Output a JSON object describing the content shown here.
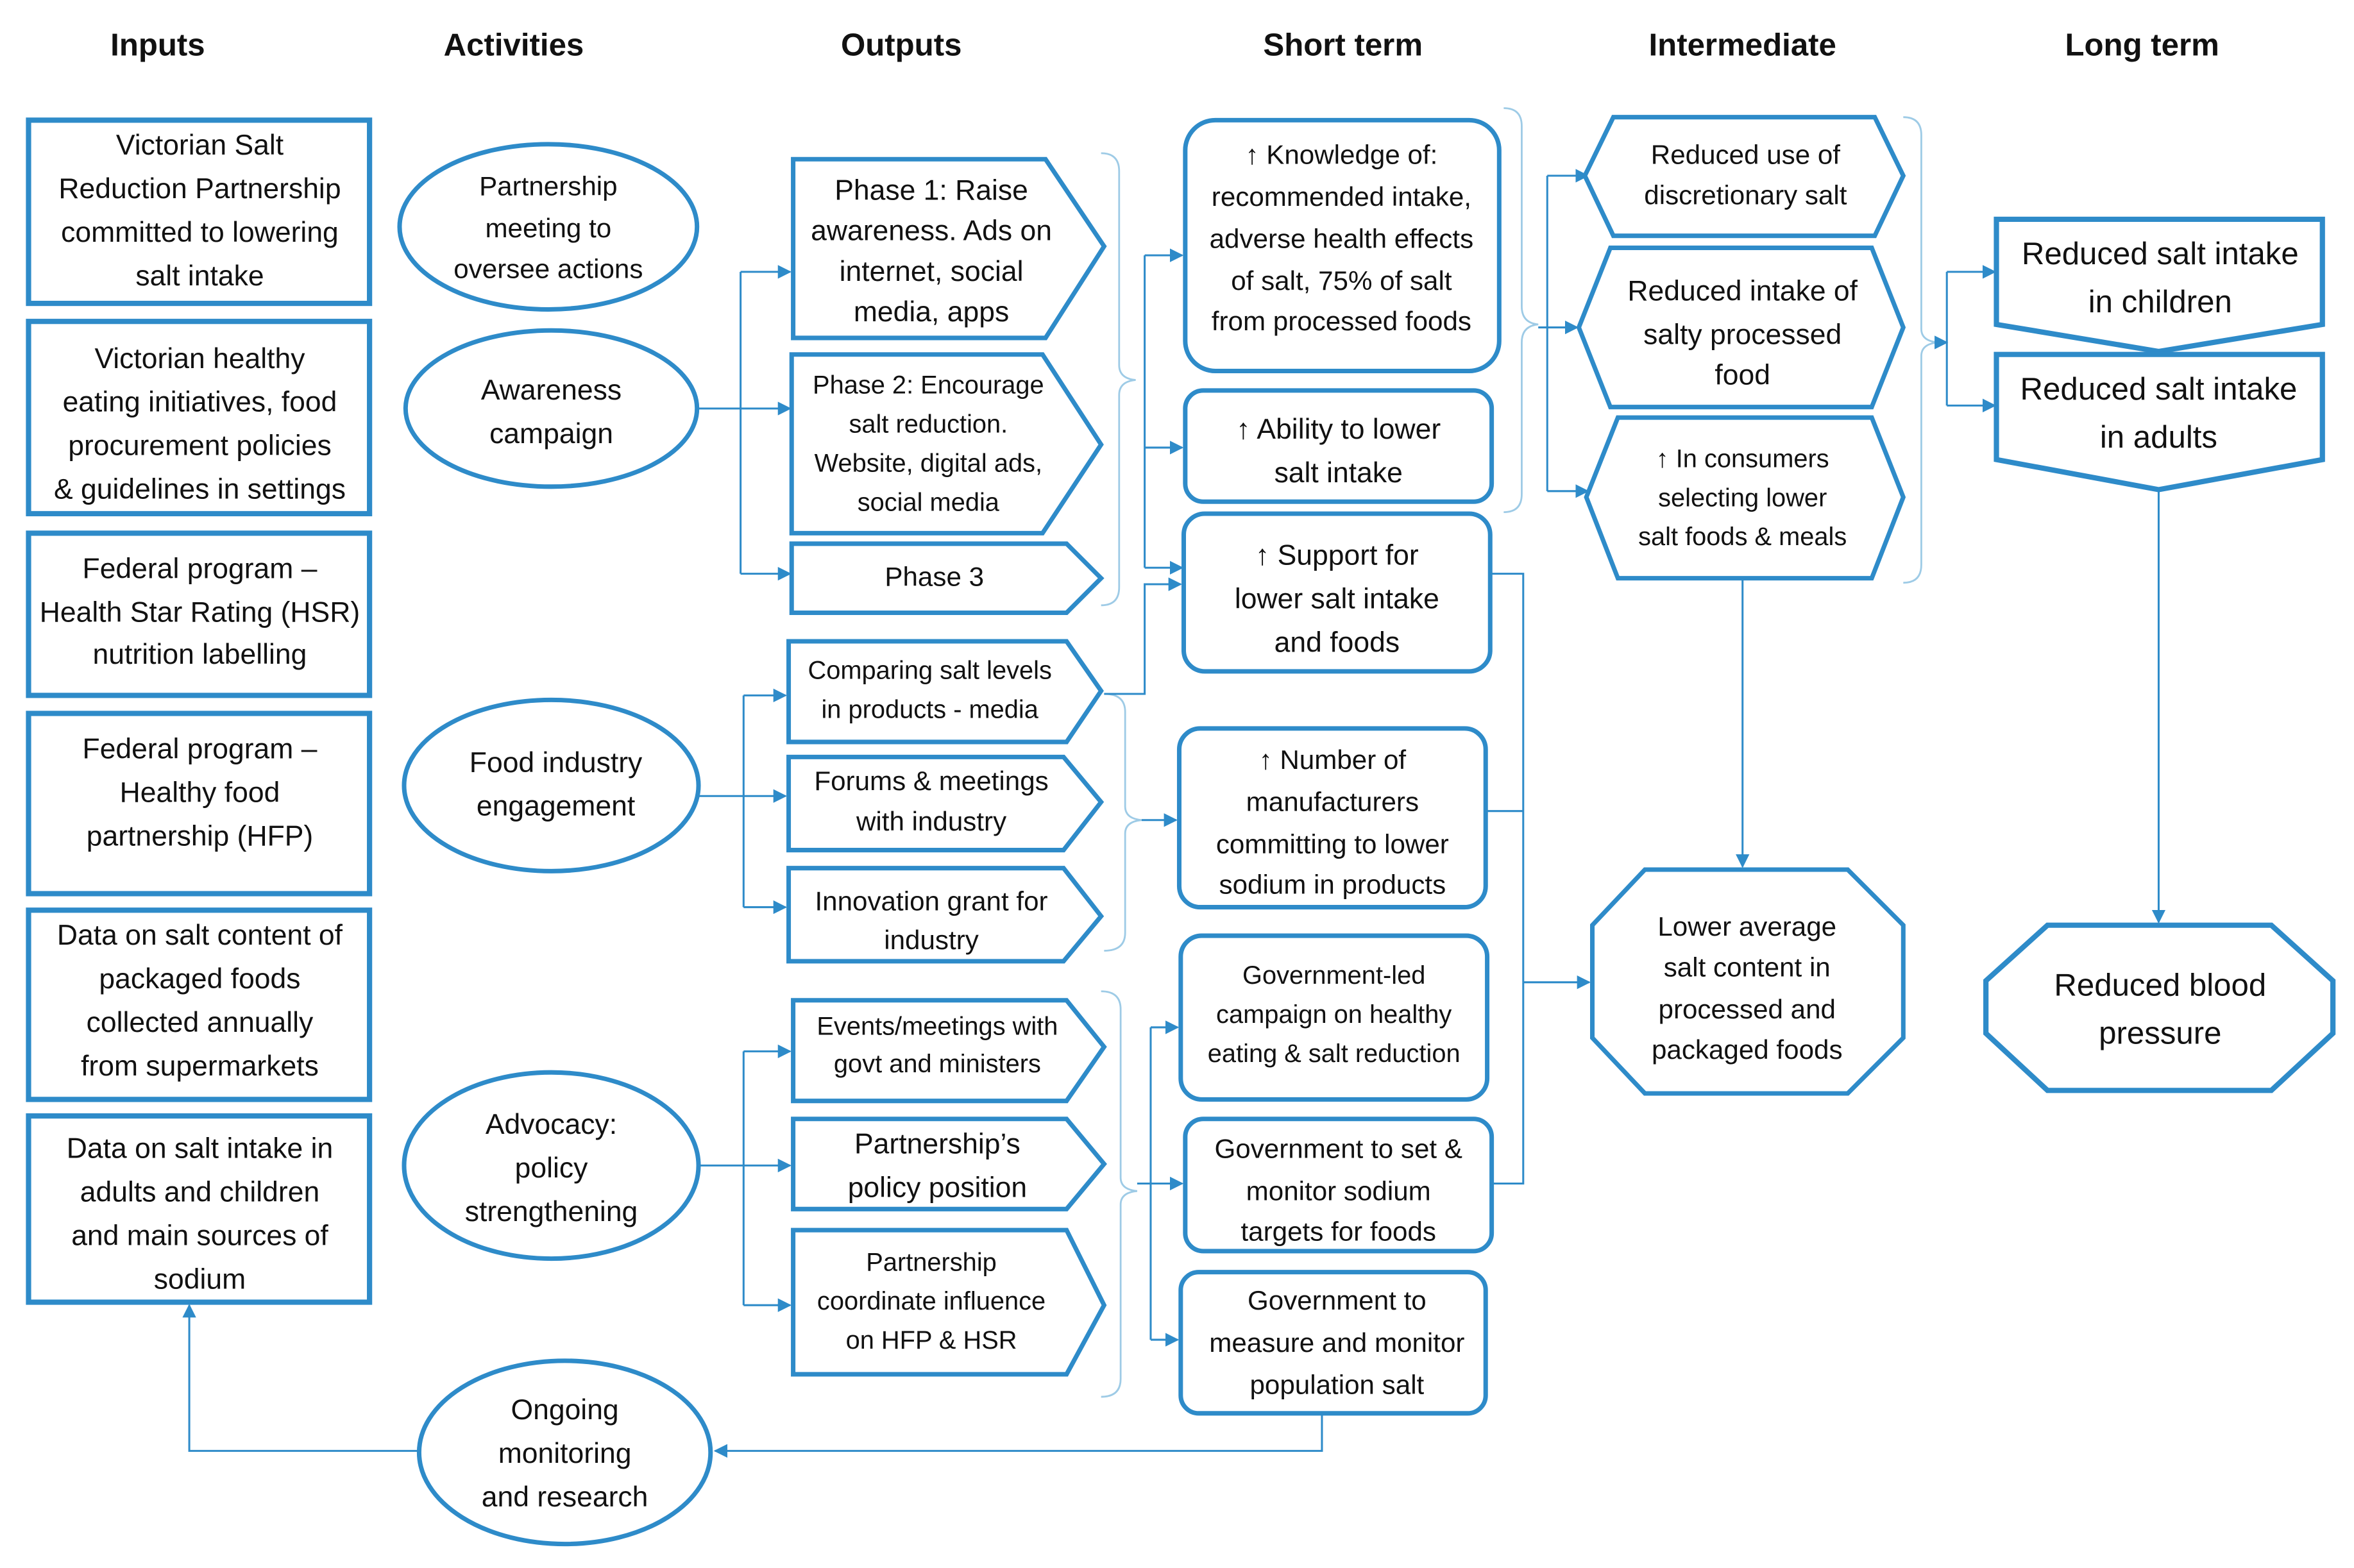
{
  "colors": {
    "stroke": "#2e8bc9",
    "text": "#111111",
    "brace": "#9ecbe6",
    "background": "#ffffff"
  },
  "headers": {
    "inputs": "Inputs",
    "activities": "Activities",
    "outputs": "Outputs",
    "short_term": "Short term",
    "intermediate": "Intermediate",
    "long_term": "Long term"
  },
  "inputs": [
    [
      "Victorian Salt",
      "Reduction Partnership",
      "committed to lowering",
      "salt intake"
    ],
    [
      "Victorian healthy",
      "eating initiatives, food",
      "procurement policies",
      "& guidelines in settings"
    ],
    [
      "Federal program –",
      "Health Star Rating (HSR)",
      "nutrition labelling"
    ],
    [
      "Federal program –",
      "Healthy food",
      "partnership (HFP)"
    ],
    [
      "Data on salt content of",
      "packaged foods",
      "collected annually",
      "from supermarkets"
    ],
    [
      "Data on salt intake in",
      "adults and children",
      "and main sources of",
      "sodium"
    ]
  ],
  "activities": {
    "partnership_meeting": [
      "Partnership",
      "meeting to",
      "oversee actions"
    ],
    "awareness_campaign": [
      "Awareness",
      "campaign"
    ],
    "food_industry": [
      "Food industry",
      "engagement"
    ],
    "advocacy": [
      "Advocacy:",
      "policy",
      "strengthening"
    ],
    "monitoring": [
      "Ongoing",
      "monitoring",
      "and research"
    ]
  },
  "outputs": {
    "phase1": [
      "Phase 1: Raise",
      "awareness. Ads on",
      "internet, social",
      "media, apps"
    ],
    "phase2": [
      "Phase 2: Encourage",
      "salt reduction.",
      "Website, digital ads,",
      "social media"
    ],
    "phase3": [
      "Phase 3"
    ],
    "comparing": [
      "Comparing salt levels",
      "in products - media"
    ],
    "forums": [
      "Forums & meetings",
      "with industry"
    ],
    "innovation": [
      "Innovation grant for",
      "industry"
    ],
    "events": [
      "Events/meetings with",
      "govt and ministers"
    ],
    "policy_position": [
      "Partnership’s",
      "policy position"
    ],
    "coordinate": [
      "Partnership",
      "coordinate influence",
      "on HFP & HSR"
    ]
  },
  "short_term": {
    "knowledge": [
      "↑ Knowledge of:",
      "recommended intake,",
      "adverse health effects",
      "of salt, 75% of salt",
      "from processed foods"
    ],
    "ability": [
      "↑ Ability to lower",
      "salt intake"
    ],
    "support": [
      "↑ Support for",
      "lower salt intake",
      "and foods"
    ],
    "manufacturers": [
      "↑ Number of",
      "manufacturers",
      "committing to lower",
      "sodium in products"
    ],
    "gov_campaign": [
      "Government-led",
      "campaign on healthy",
      "eating & salt reduction"
    ],
    "gov_targets": [
      "Government to set &",
      "monitor sodium",
      "targets for foods"
    ],
    "gov_measure": [
      "Government to",
      "measure and monitor",
      "population salt"
    ]
  },
  "intermediate": {
    "discretionary": [
      "Reduced use of",
      "discretionary salt"
    ],
    "processed": [
      "Reduced intake of",
      "salty processed",
      "food"
    ],
    "selecting": [
      "↑ In consumers",
      "selecting lower",
      "salt foods & meals"
    ],
    "lower_average": [
      "Lower average",
      "salt content in",
      "processed and",
      "packaged foods"
    ]
  },
  "long_term": {
    "children": [
      "Reduced salt intake",
      "in children"
    ],
    "adults": [
      "Reduced salt intake",
      "in adults"
    ],
    "blood_pressure": [
      "Reduced blood",
      "pressure"
    ]
  }
}
